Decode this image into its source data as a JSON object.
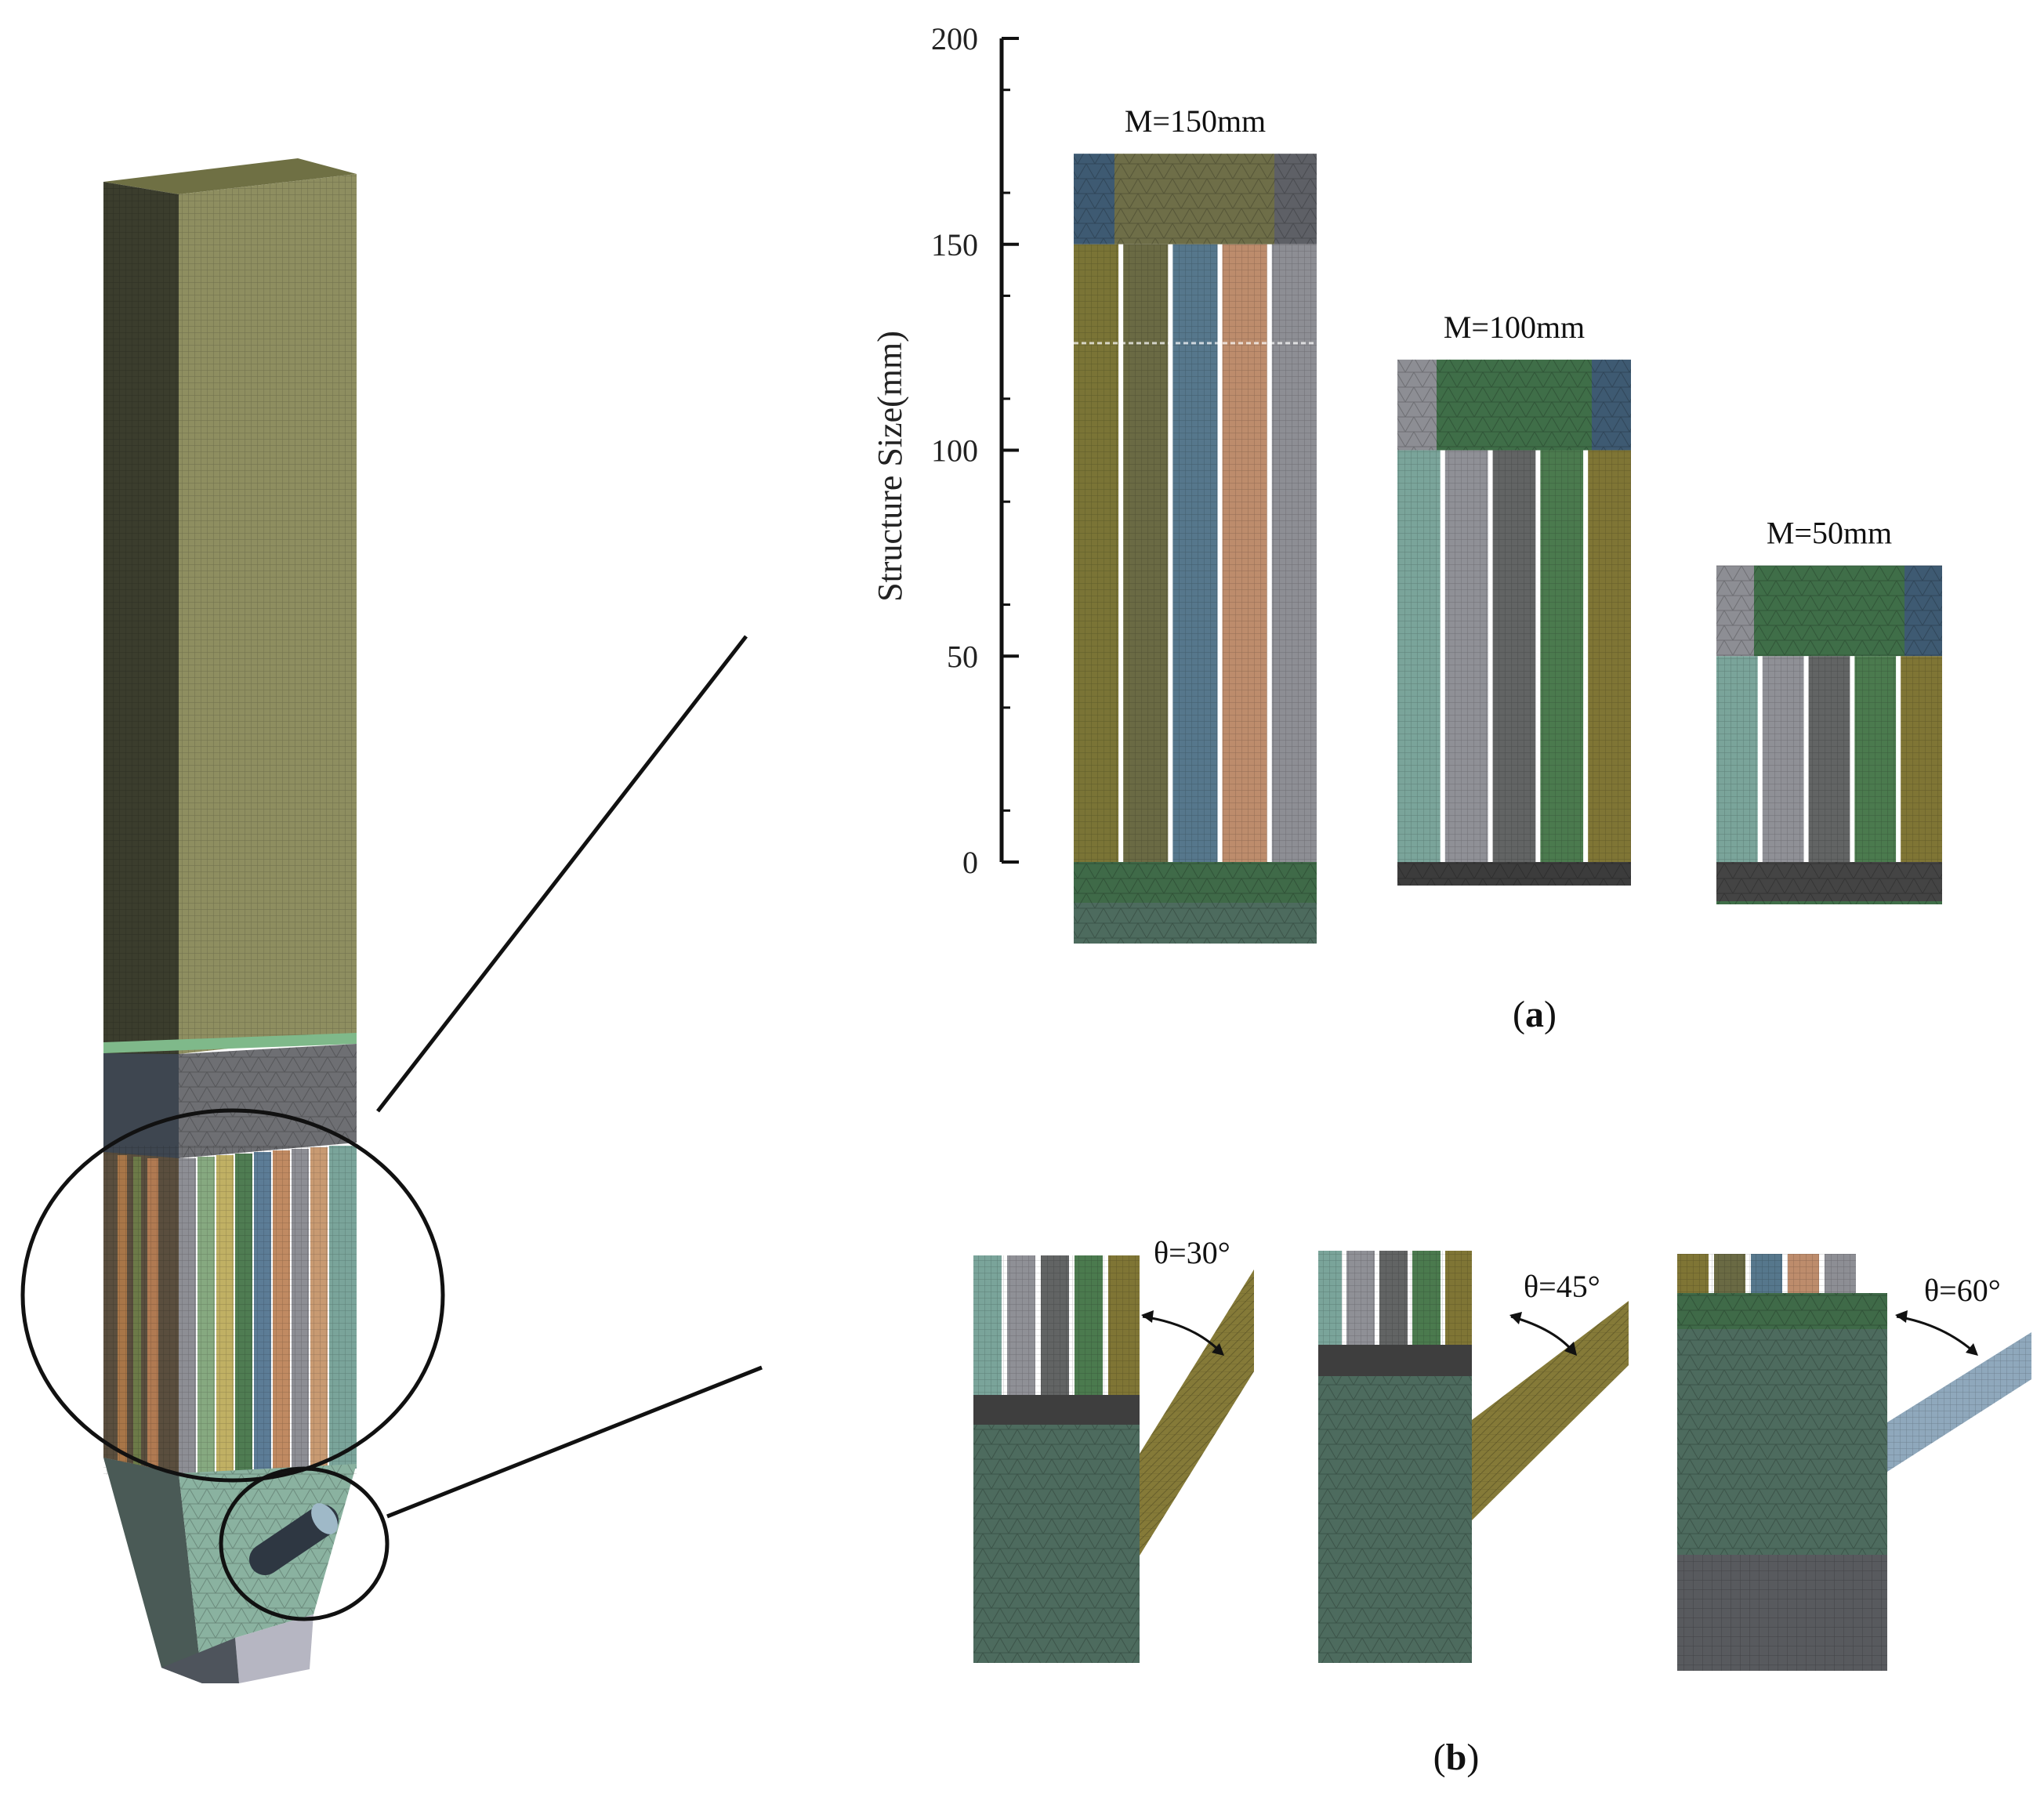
{
  "axis": {
    "ylabel": "Structure Size(mm)",
    "ticks": [
      "0",
      "50",
      "100",
      "150",
      "200"
    ],
    "range": [
      0,
      200
    ]
  },
  "panel_a": {
    "label": "a",
    "structures": [
      {
        "label": "M=150mm",
        "value_mm": 150,
        "strip_colors": [
          "#7a7436",
          "#6a6a44",
          "#56778c",
          "#bd8c6c",
          "#8d8e94"
        ]
      },
      {
        "label": "M=100mm",
        "value_mm": 100,
        "strip_colors": [
          "#7aa49a",
          "#8f9096",
          "#626464",
          "#4b7a4e",
          "#7f7535"
        ]
      },
      {
        "label": "M=50mm",
        "value_mm": 50,
        "strip_colors": [
          "#7aa49a",
          "#8f9096",
          "#626464",
          "#4b7a4e",
          "#7f7535"
        ]
      }
    ]
  },
  "panel_b": {
    "label": "b",
    "variants": [
      {
        "label": "θ=30°",
        "angle_deg": 30
      },
      {
        "label": "θ=45°",
        "angle_deg": 45
      },
      {
        "label": "θ=60°",
        "angle_deg": 60
      }
    ]
  },
  "colors": {
    "olive": "#7a7a4a",
    "column_front": "#8c8c5e",
    "column_side": "#3d3f2e",
    "mesh_green": "#4e6f62",
    "dark_band": "#3d3d3d",
    "grid": "#2c2c2c",
    "green_top": "#4a7a4e"
  }
}
